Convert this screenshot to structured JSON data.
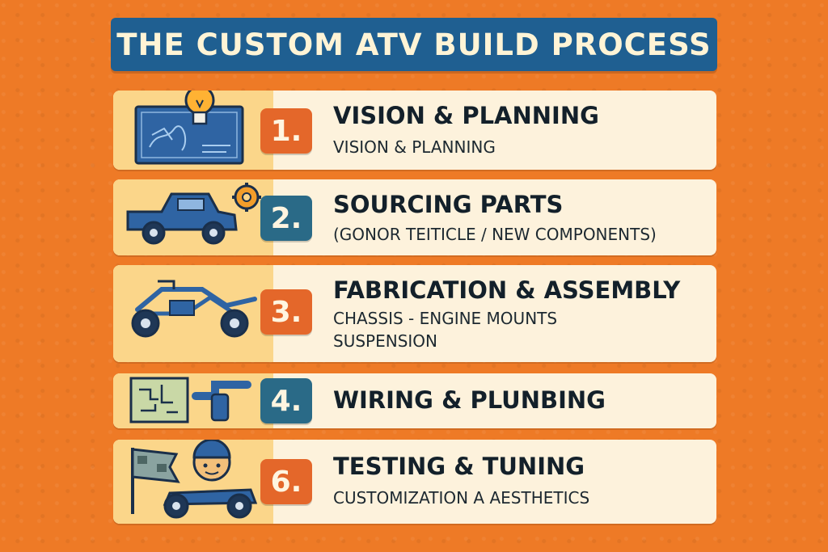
{
  "title": "THE CUSTOM ATV BUILD PROCESS",
  "colors": {
    "background": "#ee7a26",
    "title_bar": "#1f5f91",
    "card": "#fdf2dc",
    "illustration_panel": "#fbd68a",
    "badge_orange": "#e4672a",
    "badge_teal": "#2a6a87",
    "icon_blue": "#2f64a3"
  },
  "steps": [
    {
      "number": "1.",
      "title": "VISION & PLANNING",
      "subtitle_lines": [
        "VISION & PLANNING"
      ],
      "badge_color": "#e4672a",
      "icon": "blueprint-lightbulb-icon"
    },
    {
      "number": "2.",
      "title": "SOURCING PARTS",
      "subtitle_lines": [
        "(GONOR TEITICLE / NEW COMPONENTS)"
      ],
      "badge_color": "#2a6a87",
      "icon": "truck-gear-icon"
    },
    {
      "number": "3.",
      "title": "FABRICATION & ASSEMBLY",
      "subtitle_lines": [
        "CHASSIS - ENGINE MOUNTS",
        "SUSPENSION"
      ],
      "badge_color": "#e4672a",
      "icon": "atv-frame-icon"
    },
    {
      "number": "4.",
      "title": "WIRING & PLUNBING",
      "subtitle_lines": [],
      "badge_color": "#2a6a87",
      "icon": "circuit-pipe-icon"
    },
    {
      "number": "6.",
      "title": "TESTING & TUNING",
      "subtitle_lines": [
        "CUSTOMIZATION A AESTHETICS"
      ],
      "badge_color": "#e4672a",
      "icon": "rider-flag-icon"
    }
  ]
}
